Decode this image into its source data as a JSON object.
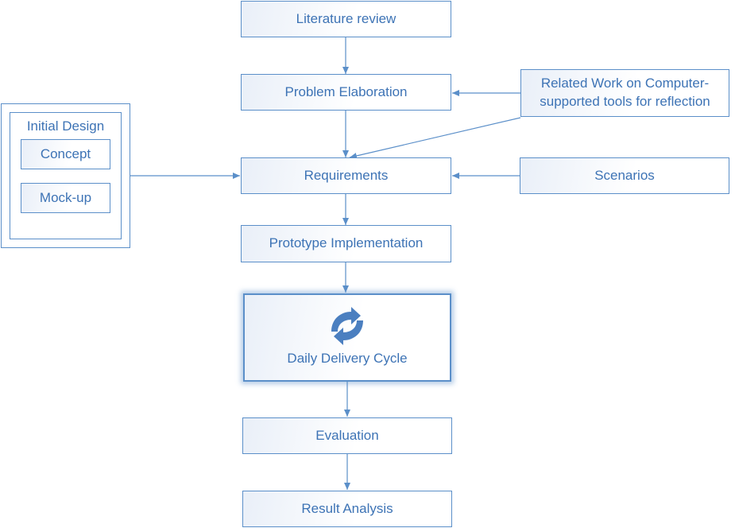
{
  "nodes": {
    "literature": "Literature review",
    "problem": "Problem Elaboration",
    "related": "Related Work on Computer-supported tools for reflection",
    "initial_design": "Initial Design",
    "concept": "Concept",
    "mockup": "Mock-up",
    "requirements": "Requirements",
    "scenarios": "Scenarios",
    "prototype": "Prototype Implementation",
    "daily_cycle": "Daily Delivery Cycle",
    "evaluation": "Evaluation",
    "result": "Result Analysis"
  },
  "icons": {
    "cycle": "refresh-arrows-icon"
  },
  "colors": {
    "accent": "#5b8fc9",
    "text": "#3d73b5"
  }
}
